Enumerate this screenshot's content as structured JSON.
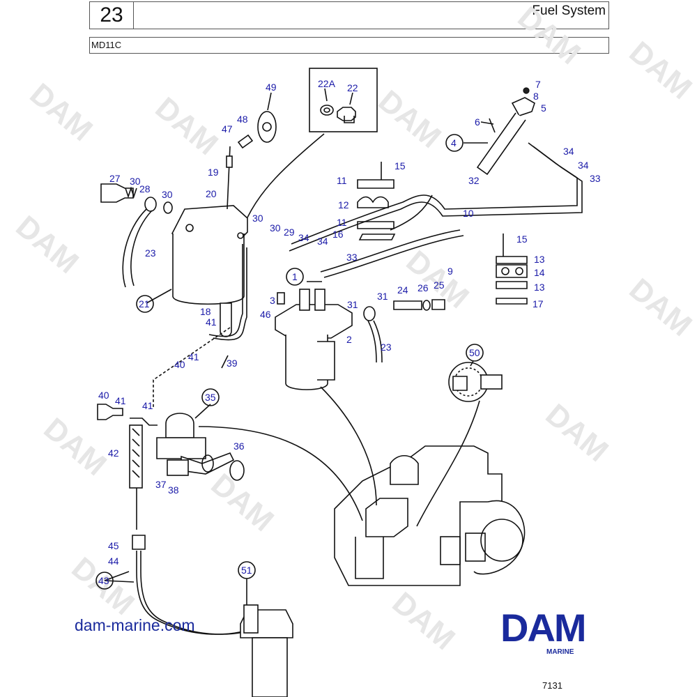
{
  "header": {
    "section_number": "23",
    "title": "Fuel System",
    "model": "MD11C"
  },
  "watermark": "DAM",
  "footer": {
    "website": "dam-marine.com",
    "brand": "DAM",
    "brand_sub": "MARINE",
    "drawing_number": "7131"
  },
  "colors": {
    "label": "#1a1aa8",
    "brand": "#1a2a9c",
    "watermark": "#e6e6e6"
  },
  "labels": [
    {
      "id": "49",
      "t": "49"
    },
    {
      "id": "22A",
      "t": "22A"
    },
    {
      "id": "22",
      "t": "22"
    },
    {
      "id": "7",
      "t": "7"
    },
    {
      "id": "8",
      "t": "8"
    },
    {
      "id": "5",
      "t": "5"
    },
    {
      "id": "6",
      "t": "6"
    },
    {
      "id": "4",
      "t": "4",
      "circled": true
    },
    {
      "id": "48",
      "t": "48"
    },
    {
      "id": "47",
      "t": "47"
    },
    {
      "id": "19",
      "t": "19"
    },
    {
      "id": "20",
      "t": "20"
    },
    {
      "id": "27",
      "t": "27"
    },
    {
      "id": "30a",
      "t": "30"
    },
    {
      "id": "28",
      "t": "28"
    },
    {
      "id": "30b",
      "t": "30"
    },
    {
      "id": "15a",
      "t": "15"
    },
    {
      "id": "11a",
      "t": "11"
    },
    {
      "id": "12",
      "t": "12"
    },
    {
      "id": "11b",
      "t": "11"
    },
    {
      "id": "16",
      "t": "16"
    },
    {
      "id": "34a",
      "t": "34"
    },
    {
      "id": "34b",
      "t": "34"
    },
    {
      "id": "33a",
      "t": "33"
    },
    {
      "id": "32",
      "t": "32"
    },
    {
      "id": "10",
      "t": "10"
    },
    {
      "id": "30c",
      "t": "30"
    },
    {
      "id": "30d",
      "t": "30"
    },
    {
      "id": "29",
      "t": "29"
    },
    {
      "id": "34c",
      "t": "34"
    },
    {
      "id": "34d",
      "t": "34"
    },
    {
      "id": "33b",
      "t": "33"
    },
    {
      "id": "23a",
      "t": "23"
    },
    {
      "id": "15b",
      "t": "15"
    },
    {
      "id": "13a",
      "t": "13"
    },
    {
      "id": "14",
      "t": "14"
    },
    {
      "id": "13b",
      "t": "13"
    },
    {
      "id": "17",
      "t": "17"
    },
    {
      "id": "9",
      "t": "9"
    },
    {
      "id": "1",
      "t": "1",
      "circled": true
    },
    {
      "id": "3",
      "t": "3"
    },
    {
      "id": "46",
      "t": "46"
    },
    {
      "id": "31a",
      "t": "31"
    },
    {
      "id": "24",
      "t": "24"
    },
    {
      "id": "26",
      "t": "26"
    },
    {
      "id": "25",
      "t": "25"
    },
    {
      "id": "31b",
      "t": "31"
    },
    {
      "id": "21",
      "t": "21",
      "circled": true
    },
    {
      "id": "18",
      "t": "18"
    },
    {
      "id": "41a",
      "t": "41"
    },
    {
      "id": "2",
      "t": "2"
    },
    {
      "id": "23b",
      "t": "23"
    },
    {
      "id": "40a",
      "t": "40"
    },
    {
      "id": "41b",
      "t": "41"
    },
    {
      "id": "39",
      "t": "39"
    },
    {
      "id": "50",
      "t": "50",
      "circled": true
    },
    {
      "id": "40b",
      "t": "40"
    },
    {
      "id": "41c",
      "t": "41"
    },
    {
      "id": "41d",
      "t": "41"
    },
    {
      "id": "35",
      "t": "35",
      "circled": true
    },
    {
      "id": "36",
      "t": "36"
    },
    {
      "id": "42",
      "t": "42"
    },
    {
      "id": "37",
      "t": "37"
    },
    {
      "id": "38",
      "t": "38"
    },
    {
      "id": "45",
      "t": "45"
    },
    {
      "id": "44",
      "t": "44"
    },
    {
      "id": "43",
      "t": "43",
      "circled": true
    },
    {
      "id": "51",
      "t": "51",
      "circled": true
    }
  ]
}
